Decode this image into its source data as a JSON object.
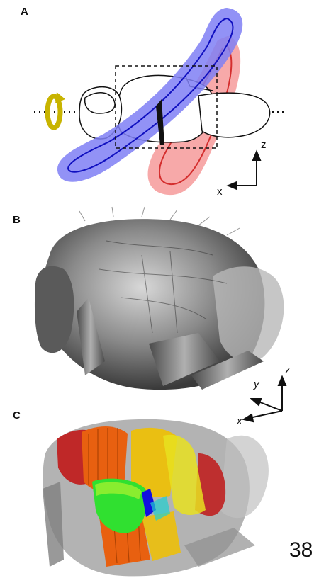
{
  "panels": {
    "a": {
      "label": "A",
      "axes": {
        "z": "z",
        "x": "x"
      }
    },
    "b": {
      "label": "B",
      "axes": {
        "z": "z",
        "y": "y",
        "x": "x"
      }
    },
    "c": {
      "label": "C"
    }
  },
  "page_number": "38",
  "colors": {
    "blue_loop": "#5a5af0",
    "red_loop": "#f05a5a",
    "rotation_arrow": "#c8b400",
    "body_gray": "#8a8a8a",
    "muscle_red": "#c01818",
    "muscle_orange": "#e86010",
    "muscle_yellow": "#f0d000",
    "muscle_green": "#30e030",
    "muscle_blue": "#1010e0"
  },
  "icons": {
    "rotation": "rotation-arrow-icon"
  }
}
